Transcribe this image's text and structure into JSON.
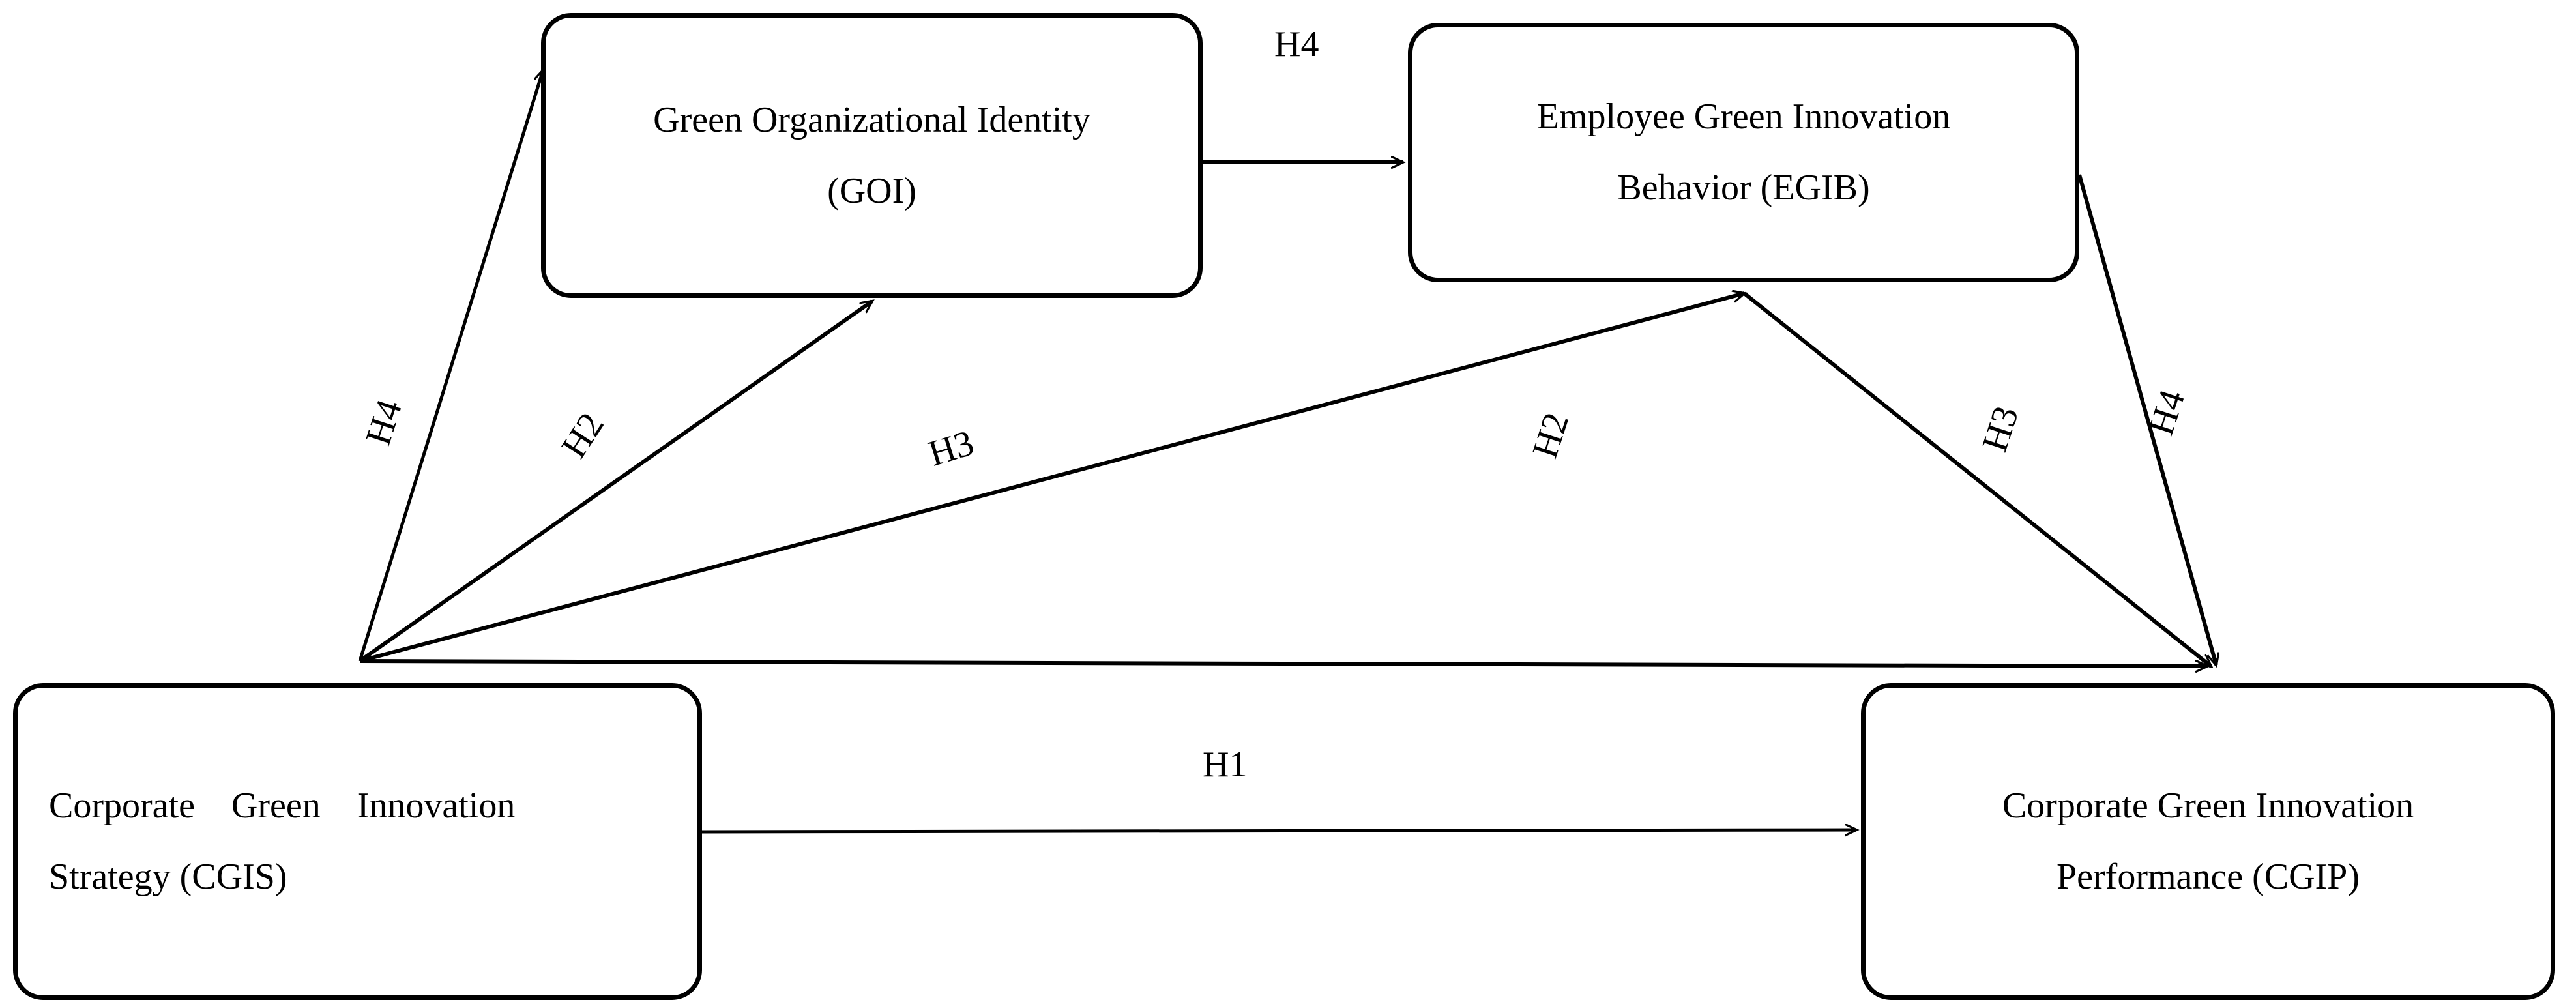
{
  "diagram": {
    "type": "conceptual-research-model",
    "background": "#ffffff",
    "stroke_color": "#000000",
    "nodes": [
      {
        "id": "goi",
        "name": "Green Organizational Identity (GOI)",
        "line1": "Green Organizational Identity",
        "line2": "(GOI)",
        "align": "center"
      },
      {
        "id": "egib",
        "name": "Employee Green Innovation Behavior (EGIB)",
        "line1": "Employee Green Innovation",
        "line2": "Behavior (EGIB)",
        "align": "center"
      },
      {
        "id": "cgis",
        "name": "Corporate Green Innovation Strategy (CGIS)",
        "line1": "Corporate    Green    Innovation",
        "line2": "Strategy (CGIS)",
        "align": "left"
      },
      {
        "id": "cgip",
        "name": "Corporate Green Innovation Performance (CGIP)",
        "line1": "Corporate Green Innovation",
        "line2": "Performance (CGIP)",
        "align": "center"
      }
    ],
    "edges": [
      {
        "id": "e-h4-goi-egib",
        "label": "H4",
        "from": "goi",
        "to": "egib",
        "rotation": 0
      },
      {
        "id": "e-h1-cgis-cgip",
        "label": "H1",
        "from": "cgis",
        "to": "cgip",
        "rotation": 0
      },
      {
        "id": "e-h4-cgis-goi",
        "label": "H4",
        "from": "cgis",
        "to": "goi",
        "rotation": -72
      },
      {
        "id": "e-h2-cgis-goi",
        "label": "H2",
        "from": "cgis",
        "to": "goi",
        "rotation": -60
      },
      {
        "id": "e-h3-cgis-egib",
        "label": "H3",
        "from": "cgis",
        "to": "egib",
        "rotation": -17
      },
      {
        "id": "e-h2-cgis-cgip",
        "label": "H2",
        "from": "cgis",
        "to": "cgip",
        "rotation": -72
      },
      {
        "id": "e-h3-egib-cgip",
        "label": "H3",
        "from": "egib",
        "to": "cgip",
        "rotation": -72
      },
      {
        "id": "e-h4-egib-cgip",
        "label": "H4",
        "from": "egib",
        "to": "cgip",
        "rotation": -72
      }
    ],
    "labels": {
      "h1": "H1",
      "h2": "H2",
      "h3": "H3",
      "h4": "H4"
    }
  }
}
